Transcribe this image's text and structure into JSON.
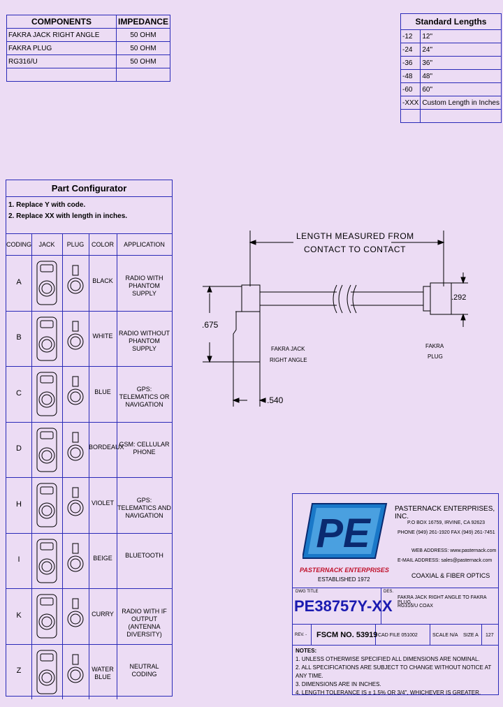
{
  "components": {
    "headers": [
      "COMPONENTS",
      "IMPEDANCE"
    ],
    "rows": [
      [
        "FAKRA JACK RIGHT ANGLE",
        "50 OHM"
      ],
      [
        "FAKRA PLUG",
        "50 OHM"
      ],
      [
        "RG316/U",
        "50 OHM"
      ],
      [
        "",
        ""
      ]
    ]
  },
  "lengths": {
    "title": "Standard Lengths",
    "rows": [
      [
        "-12",
        "12\""
      ],
      [
        "-24",
        "24\""
      ],
      [
        "-36",
        "36\""
      ],
      [
        "-48",
        "48\""
      ],
      [
        "-60",
        "60\""
      ],
      [
        "-XXX",
        "Custom Length in Inches"
      ],
      [
        "",
        ""
      ]
    ]
  },
  "configurator": {
    "title": "Part Configurator",
    "step1": "1.  Replace Y with code.",
    "step2": "2.  Replace XX with length in inches.",
    "headers": [
      "CODING",
      "JACK",
      "PLUG",
      "COLOR",
      "APPLICATION"
    ],
    "rows": [
      {
        "code": "A",
        "color": "BLACK",
        "app": "RADIO WITH PHANTOM SUPPLY"
      },
      {
        "code": "B",
        "color": "WHITE",
        "app": "RADIO WITHOUT PHANTOM SUPPLY"
      },
      {
        "code": "C",
        "color": "BLUE",
        "app": "GPS: TELEMATICS OR NAVIGATION"
      },
      {
        "code": "D",
        "color": "BORDEAUX",
        "app": "GSM: CELLULAR PHONE"
      },
      {
        "code": "H",
        "color": "VIOLET",
        "app": "GPS: TELEMATICS AND NAVIGATION"
      },
      {
        "code": "I",
        "color": "BEIGE",
        "app": "BLUETOOTH"
      },
      {
        "code": "K",
        "color": "CURRY",
        "app": "RADIO WITH IF OUTPUT (ANTENNA DIVERSITY)"
      },
      {
        "code": "Z",
        "color": "WATER BLUE",
        "app": "NEUTRAL CODING"
      }
    ]
  },
  "drawing": {
    "length_label_1": "LENGTH MEASURED FROM",
    "length_label_2": "CONTACT TO CONTACT",
    "dim_height": ".675",
    "dim_width": ".540",
    "dim_plug": ".292",
    "jack_label_1": "FAKRA JACK",
    "jack_label_2": "RIGHT ANGLE",
    "plug_label_1": "FAKRA",
    "plug_label_2": "PLUG"
  },
  "titleblock": {
    "logo_text": "PE",
    "logo_caption": "PASTERNACK ENTERPRISES",
    "established": "ESTABLISHED 1972",
    "company": "PASTERNACK ENTERPRISES, INC.",
    "address": "P.O BOX 16759, IRVINE, CA 92623",
    "phone": "PHONE (949) 261-1920 FAX (949) 261-7451",
    "web": "WEB ADDRESS: www.pasternack.com",
    "email": "E-MAIL ADDRESS: sales@pasternack.com",
    "tagline": "COAXIAL & FIBER OPTICS",
    "dwg_title_label": "DWG TITLE",
    "part_number": "PE38757Y-XX",
    "des_label": "DES.",
    "description_1": "FAKRA JACK RIGHT ANGLE TO FAKRA PLUG,",
    "description_2": "RG316/U COAX",
    "rev": "REV. -",
    "fscm": "FSCM NO.  53919",
    "cad_file": "CAD FILE   051002",
    "scale": "SCALE  N/A",
    "size": "SIZE  A",
    "sheet": "127"
  },
  "notes": {
    "title": "NOTES:",
    "items": [
      "1.  UNLESS OTHERWISE SPECIFIED ALL DIMENSIONS ARE NOMINAL.",
      "2.  ALL SPECIFICATIONS ARE SUBJECT TO CHANGE WITHOUT NOTICE AT ANY TIME.",
      "3.  DIMENSIONS ARE IN INCHES.",
      "4.  LENGTH TOLERANCE IS ± 1.5% OR 3/4\", WHICHEVER IS GREATER."
    ]
  }
}
